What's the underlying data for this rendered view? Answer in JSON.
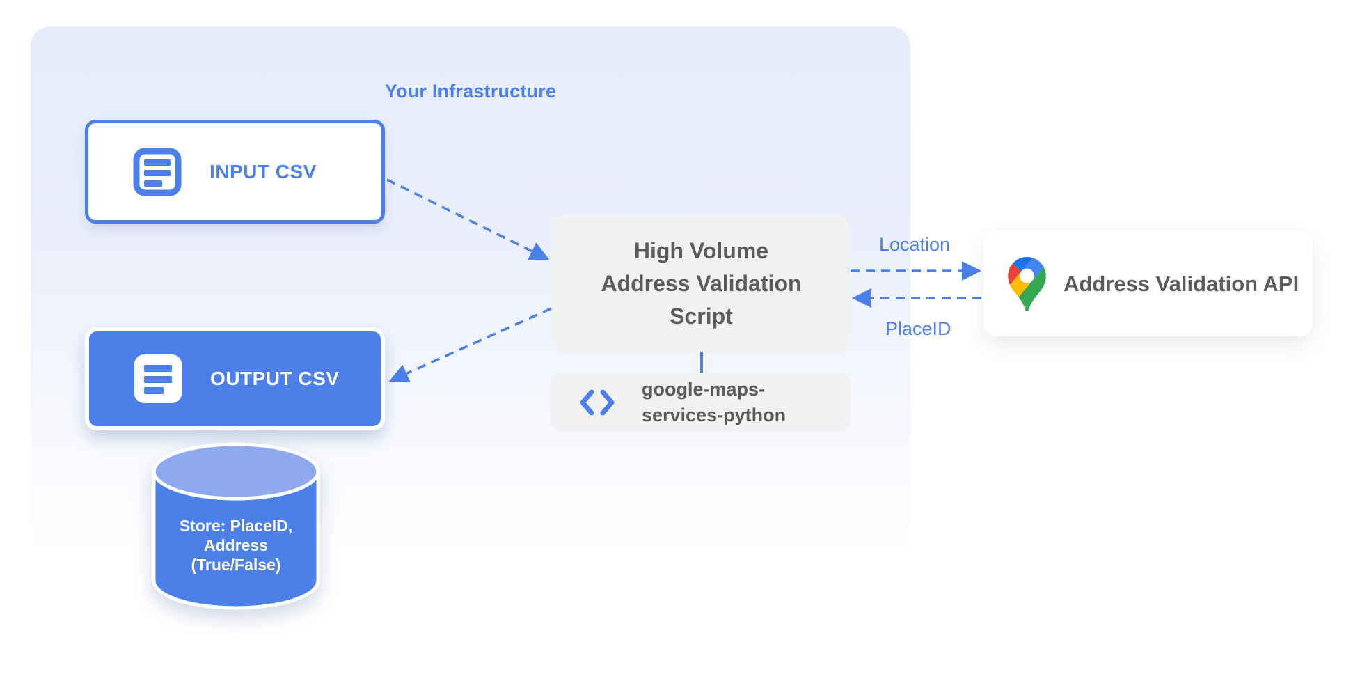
{
  "title": "Your Infrastructure",
  "colors": {
    "accent_blue": "#4c80e8",
    "cylinder_top_blue": "#8fa9ef",
    "container_bg_top": "#e6ecfa",
    "card_gray": "#f1f1f2",
    "text_dark_gray": "#595b5e",
    "pin_blue_dark": "#1a73e8",
    "pin_red": "#ea4335",
    "pin_blue": "#4285f4",
    "pin_yellow": "#fbbc04",
    "pin_green": "#34a853"
  },
  "nodes": {
    "input_csv": {
      "label": "INPUT CSV",
      "icon": "document-icon"
    },
    "output_csv": {
      "label": "OUTPUT CSV",
      "icon": "document-icon"
    },
    "datastore": {
      "line1": "Store: PlaceID,",
      "line2": "Address",
      "line3": "(True/False)"
    },
    "script": {
      "line1": "High Volume",
      "line2": "Address Validation",
      "line3": "Script"
    },
    "library": {
      "line1": "google-maps-",
      "line2": "services-python",
      "icon": "code-icon"
    },
    "api": {
      "label": "Address Validation API",
      "icon": "google-maps-pin-icon"
    }
  },
  "edges": {
    "location_label": "Location",
    "placeid_label": "PlaceID"
  }
}
